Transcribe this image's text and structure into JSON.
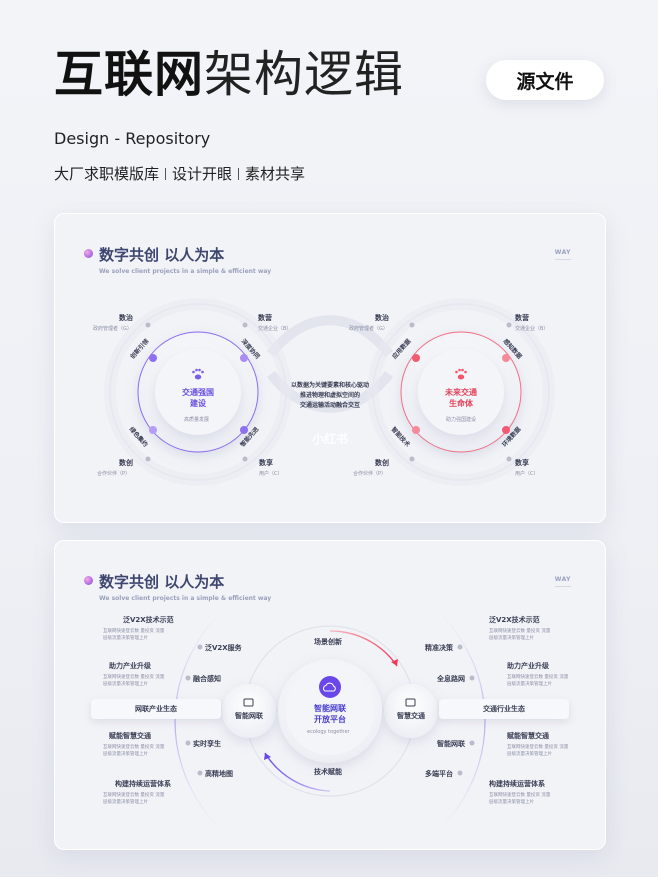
{
  "hero": {
    "title_bold": "互联网",
    "title_thin": "架构逻辑",
    "source_button": "源文件",
    "subtitle": "Design  - Repository",
    "tags": [
      "大厂求职模版库",
      "设计开眼",
      "素材共享"
    ]
  },
  "card1": {
    "title": "数字共创 以人为本",
    "subtitle": "We solve client projects in a simple & efficient way",
    "way": "WAY",
    "watermark": "小红书",
    "center_desc": [
      "以数据为关键要素和核心驱动",
      "推进物理和虚拟空间的",
      "交通运输活动融合交互"
    ],
    "left": {
      "center_title": [
        "交通强国",
        "建设"
      ],
      "center_sub": "高质量发展",
      "inner": [
        "创新引领",
        "绿色集约",
        "深度协同",
        "智能先进"
      ],
      "outer": [
        {
          "title": "数治",
          "sub": "政府管理者（G）"
        },
        {
          "title": "数营",
          "sub": "交通企业（B）"
        },
        {
          "title": "数创",
          "sub": "合作伙伴（P）"
        },
        {
          "title": "数享",
          "sub": "用户（C）"
        }
      ]
    },
    "right": {
      "center_title": [
        "未来交通",
        "生命体"
      ],
      "center_sub": "助力强国建设",
      "inner": [
        "智能技术",
        "感知数据",
        "应用数据",
        "环境数据"
      ],
      "outer": [
        {
          "title": "数治",
          "sub": "政府管理者（G）"
        },
        {
          "title": "数营",
          "sub": "交通企业（B）"
        },
        {
          "title": "数创",
          "sub": "合作伙伴（P）"
        },
        {
          "title": "数享",
          "sub": "用户（C）"
        }
      ]
    },
    "colors": {
      "purple": "#7b5cf0",
      "red": "#f2566f"
    }
  },
  "card2": {
    "title": "数字共创 以人为本",
    "subtitle": "We solve client projects in a simple & efficient way",
    "way": "WAY",
    "center_title": [
      "智能网联",
      "开放平台"
    ],
    "center_sub": "ecology together",
    "top_label": "场景创新",
    "bottom_label": "技术赋能",
    "left_node": "智能网联",
    "right_node": "智慧交通",
    "left_bar": "网联产业生态",
    "right_bar": "交通行业生态",
    "left_items": [
      "泛V2X服务",
      "融合感知",
      "实时孪生",
      "高精地图"
    ],
    "right_items": [
      "精准决策",
      "全息路网",
      "智能网联",
      "多端平台"
    ],
    "left_paras": [
      {
        "title": "泛V2X技术示范",
        "lines": [
          "互联网快速登云数 量投资 流量",
          "层级流量决策管理上片"
        ]
      },
      {
        "title": "助力产业升级",
        "lines": [
          "互联网快速登云数 量投资 流量",
          "层级流量决策管理上片"
        ]
      },
      {
        "title": "赋能智慧交通",
        "lines": [
          "互联网快速登云数 量投资 流量",
          "层级流量决策管理上片"
        ]
      },
      {
        "title": "构建持续运营体系",
        "lines": [
          "互联网快速登云数 量投资 流量",
          "层级流量决策管理上片"
        ]
      }
    ],
    "right_paras": [
      {
        "title": "泛V2X技术示范",
        "lines": [
          "互联网快速登云数 量投资 流量",
          "层级流量决策管理上片"
        ]
      },
      {
        "title": "助力产业升级",
        "lines": [
          "互联网快速登云数 量投资 流量",
          "层级流量决策管理上片"
        ]
      },
      {
        "title": "赋能智慧交通",
        "lines": [
          "互联网快速登云数 量投资 流量",
          "层级流量决策管理上片"
        ]
      },
      {
        "title": "构建持续运营体系",
        "lines": [
          "互联网快速登云数 量投资 流量",
          "层级流量决策管理上片"
        ]
      }
    ]
  }
}
